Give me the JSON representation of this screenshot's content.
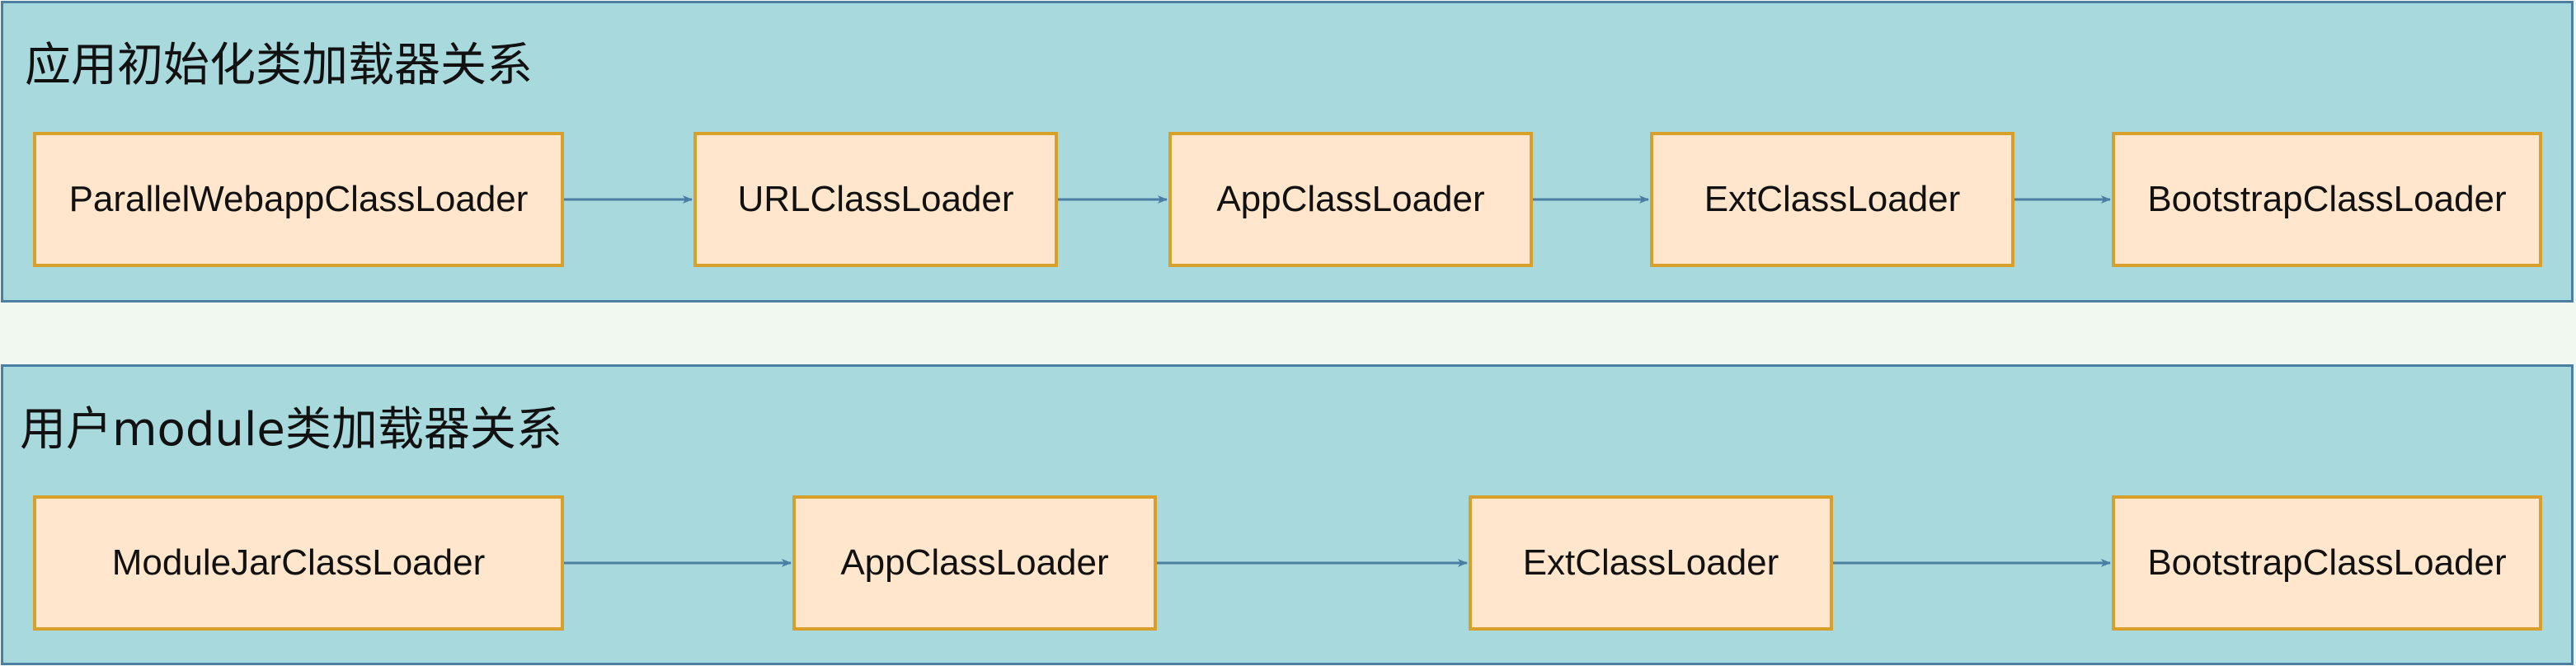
{
  "colors": {
    "page_background": "#f1f8ef",
    "panel_fill": "#a8d9dc",
    "panel_border": "#4a7fa3",
    "node_fill": "#ffe6cc",
    "node_border": "#d8a02a",
    "edge": "#4a7fa3"
  },
  "diagram": {
    "panels": [
      {
        "title": "应用初始化类加载器关系",
        "nodes": [
          "ParallelWebappClassLoader",
          "URLClassLoader",
          "AppClassLoader",
          "ExtClassLoader",
          "BootstrapClassLoader"
        ]
      },
      {
        "title": "用户module类加载器关系",
        "nodes": [
          "ModuleJarClassLoader",
          "AppClassLoader",
          "ExtClassLoader",
          "BootstrapClassLoader"
        ]
      }
    ],
    "edges": [
      {
        "panel": 0,
        "from": 0,
        "to": 1
      },
      {
        "panel": 0,
        "from": 1,
        "to": 2
      },
      {
        "panel": 0,
        "from": 2,
        "to": 3
      },
      {
        "panel": 0,
        "from": 3,
        "to": 4
      },
      {
        "panel": 1,
        "from": 0,
        "to": 1
      },
      {
        "panel": 1,
        "from": 1,
        "to": 2
      },
      {
        "panel": 1,
        "from": 2,
        "to": 3
      }
    ]
  }
}
